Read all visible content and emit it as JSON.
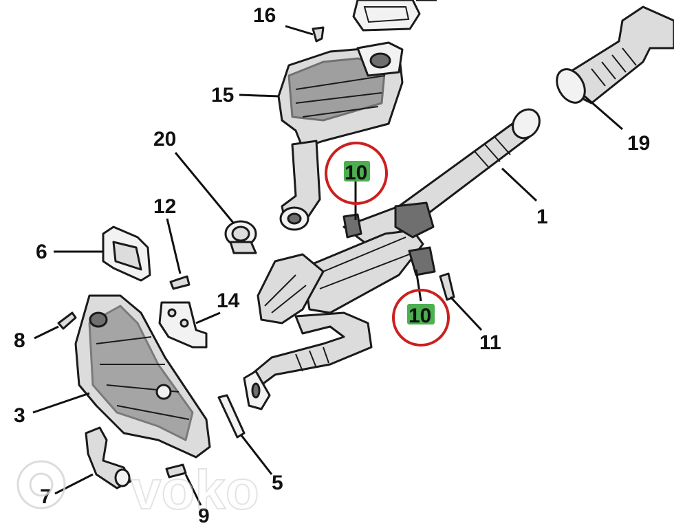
{
  "diagram": {
    "callouts": {
      "c1": "1",
      "c3": "3",
      "c5": "5",
      "c6": "6",
      "c7": "7",
      "c8": "8",
      "c9": "9",
      "c11": "11",
      "c12": "12",
      "c14": "14",
      "c15": "15",
      "c16": "16",
      "c19": "19",
      "c20": "20",
      "c10a": "10",
      "c10b": "10"
    },
    "highlight": {
      "color": "#4caf50",
      "ring_color": "#cc1f1f"
    },
    "watermark": "voko"
  }
}
